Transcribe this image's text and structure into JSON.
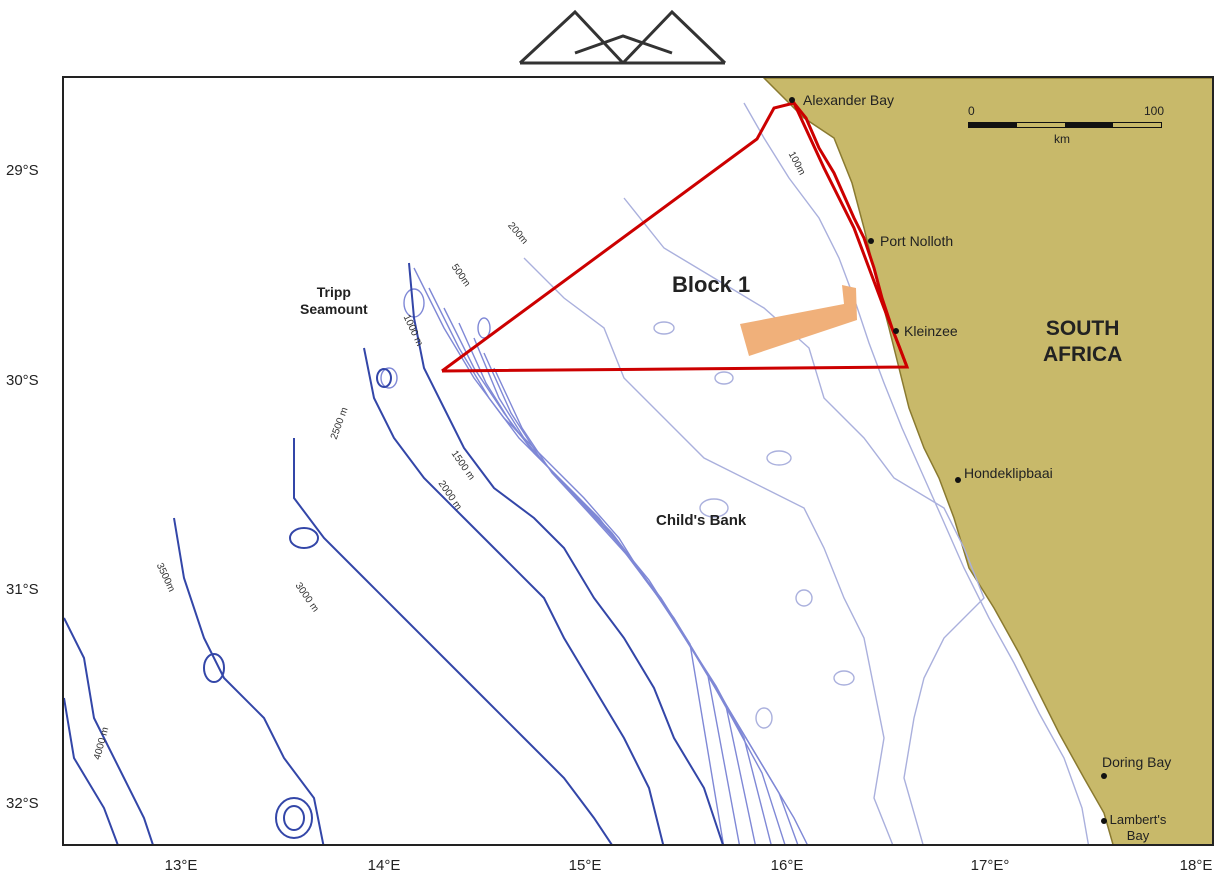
{
  "colors": {
    "land": "#c8b96a",
    "land_edge": "#8a7a30",
    "block_outline": "#cc0000",
    "coast_highlight": "#cc0000",
    "shallow_contour": "#aab0dd",
    "mid_contour": "#7f88d6",
    "deep_contour": "#3346a8",
    "target_area": "#f0b07a"
  },
  "logo": {
    "icon": "double-mountain-logo-icon"
  },
  "axes": {
    "lat_labels": [
      "29°S",
      "30°S",
      "31°S",
      "32°S"
    ],
    "lon_labels": [
      "13°E",
      "14°E",
      "15°E",
      "16°E",
      "17°E°",
      "18°E"
    ]
  },
  "places": [
    {
      "name": "Alexander Bay"
    },
    {
      "name": "Port Nolloth"
    },
    {
      "name": "Kleinzee"
    },
    {
      "name": "Hondeklipbaai"
    },
    {
      "name": "Doring Bay"
    },
    {
      "name": "Lambert's Bay"
    }
  ],
  "features": {
    "tripp": "Tripp\nSeamount",
    "childs_bank": "Child's Bank",
    "block": "Block 1",
    "country": "SOUTH\nAFRICA"
  },
  "contours": [
    "100m",
    "200m",
    "500m",
    "1000 m",
    "1500 m",
    "2000 m",
    "2500 m",
    "3000 m",
    "3500m",
    "4000 m"
  ],
  "scale": {
    "start": "0",
    "end": "100",
    "unit": "km"
  }
}
